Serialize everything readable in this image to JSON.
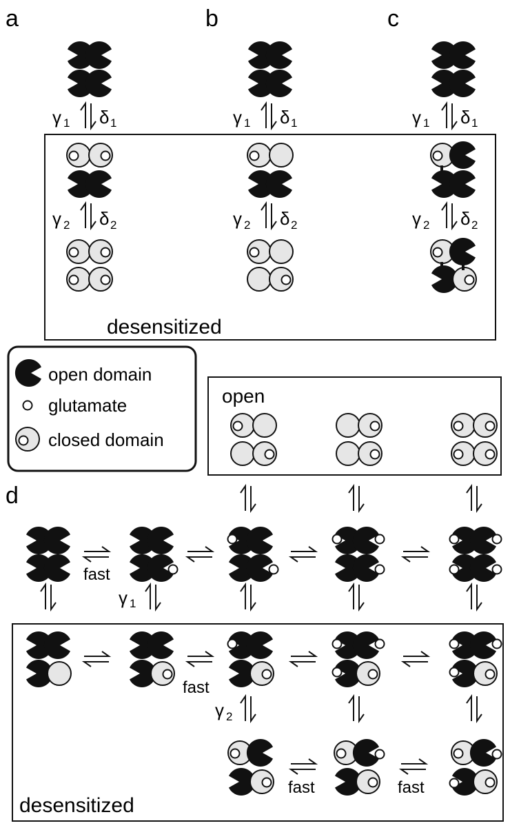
{
  "panel_labels": {
    "a": "a",
    "b": "b",
    "c": "c",
    "d": "d"
  },
  "rate_labels": {
    "gamma": "γ",
    "delta": "δ",
    "sub1": "1",
    "sub2": "2",
    "fast": "fast"
  },
  "box_labels": {
    "desensitized_top": "desensitized",
    "open": "open",
    "desensitized_bottom": "desensitized"
  },
  "legend": {
    "open_domain": "open domain",
    "glutamate": "glutamate",
    "closed_domain": "closed domain"
  },
  "colors": {
    "ink": "#111111",
    "closed_fill": "#e6e6e6",
    "background": "#ffffff"
  }
}
